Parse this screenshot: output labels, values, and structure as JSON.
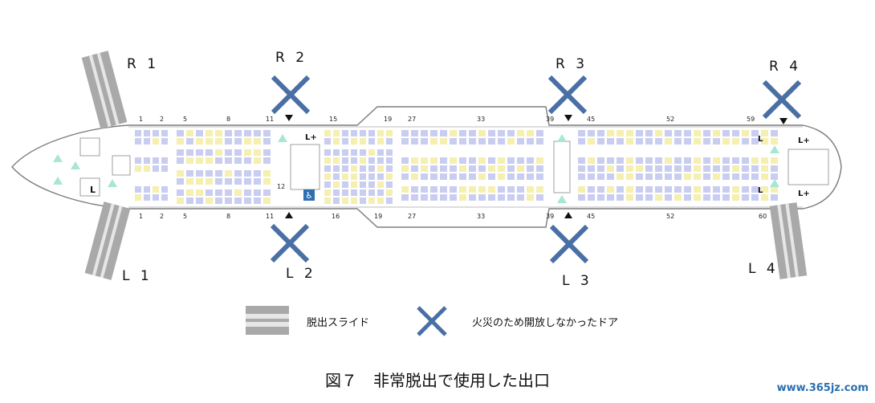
{
  "doors": [
    {
      "id": "R1",
      "label": "R 1",
      "status": "slide"
    },
    {
      "id": "R2",
      "label": "R 2",
      "status": "unopened"
    },
    {
      "id": "R3",
      "label": "R 3",
      "status": "unopened"
    },
    {
      "id": "R4",
      "label": "R 4",
      "status": "unopened"
    },
    {
      "id": "L1",
      "label": "L 1",
      "status": "slide"
    },
    {
      "id": "L2",
      "label": "L 2",
      "status": "unopened"
    },
    {
      "id": "L3",
      "label": "L 3",
      "status": "unopened"
    },
    {
      "id": "L4",
      "label": "L 4",
      "status": "slide"
    }
  ],
  "rows_top": [
    "1",
    "2",
    "5",
    "8",
    "11",
    "15",
    "19",
    "27",
    "33",
    "39",
    "45",
    "52",
    "59"
  ],
  "rows_bottom": [
    "1",
    "2",
    "5",
    "8",
    "11",
    "16",
    "19",
    "27",
    "33",
    "39",
    "45",
    "52",
    "60"
  ],
  "row_12": "12",
  "lav_labels": {
    "L": "L",
    "Lplus": "L+"
  },
  "legend": {
    "slide": "脱出スライド",
    "unopened": "火災のため開放しなかったドア"
  },
  "caption": "図７　非常脱出で使用した出口",
  "watermark": "www.365jz.com",
  "colors": {
    "cross": "#4a6fa5",
    "slide": "#a9a9a9",
    "seat": "#c9cdf0",
    "seat_highlight": "#f5efb0",
    "fuselage": "#7d7d7d",
    "emergency_marker": "#a8e6d6"
  }
}
